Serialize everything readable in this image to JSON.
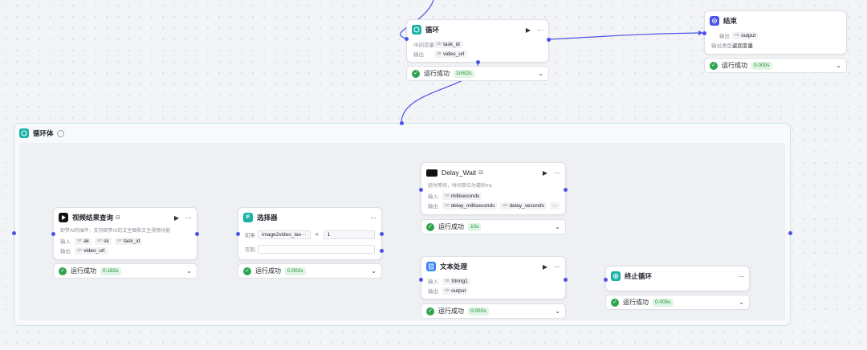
{
  "colors": {
    "accent": "#4d53e8",
    "success": "#2ea44f",
    "loop_teal": "#18b3a4",
    "end_blue": "#4d53e8"
  },
  "loop_node": {
    "title": "循环",
    "icon": "loop-icon",
    "var_label": "中间变量",
    "var_value": "task_id",
    "var_type": "str",
    "output_label": "输出",
    "output_value": "video_url",
    "output_type": "str",
    "status_text": "运行成功",
    "duration": "1m52s"
  },
  "end_node": {
    "title": "结束",
    "icon": "end-icon",
    "output_label": "输出",
    "output_value": "output",
    "output_type": "str",
    "output_type_label": "输出类型",
    "output_type_value": "返回变量",
    "status_text": "运行成功",
    "duration": "0.000s"
  },
  "loop_body": {
    "title": "循环体",
    "icon": "loop-icon",
    "info_icon": "info-icon"
  },
  "query_node": {
    "title": "视频结果查询",
    "icon": "video-query-icon",
    "desc": "即梦AI的插件，支持即梦AI的文生图和文生视频功能",
    "input_label": "输入",
    "inputs": [
      {
        "type": "str",
        "name": "ak"
      },
      {
        "type": "str",
        "name": "sk"
      },
      {
        "type": "str",
        "name": "task_id"
      }
    ],
    "output_label": "输出",
    "output_value": "video_url",
    "output_type": "str",
    "status_text": "运行成功",
    "duration": "0.182s"
  },
  "selector_node": {
    "title": "选择器",
    "icon": "branch-icon",
    "if_label": "如果",
    "if_field": "image2video_tas···",
    "if_op": "<",
    "if_value": "1",
    "else_label": "否则",
    "status_text": "运行成功",
    "duration": "0.002s"
  },
  "delay_node": {
    "title": "Delay_Wait",
    "icon": "delay-icon",
    "desc": "延时等待，时间单位为毫秒ms",
    "input_label": "输入",
    "input_value": "milliseconds",
    "input_type": "int",
    "output_label": "输出",
    "outputs": [
      {
        "type": "int",
        "name": "delay_milliseconds"
      },
      {
        "type": "str",
        "name": "delay_seconds"
      }
    ],
    "more": "···",
    "status_text": "运行成功",
    "duration": "10s"
  },
  "text_node": {
    "title": "文本处理",
    "icon": "text-process-icon",
    "input_label": "输入",
    "input_value": "String1",
    "input_type": "str",
    "output_label": "输出",
    "output_value": "output",
    "output_type": "str",
    "status_text": "运行成功",
    "duration": "0.002s"
  },
  "break_node": {
    "title": "终止循环",
    "icon": "stop-loop-icon",
    "status_text": "运行成功",
    "duration": "0.005s"
  },
  "toolbar": {
    "run_glyph": "▶",
    "more_glyph": "···",
    "chevron_glyph": "⌄",
    "check_glyph": "✓",
    "param_glyph": "⊟"
  }
}
